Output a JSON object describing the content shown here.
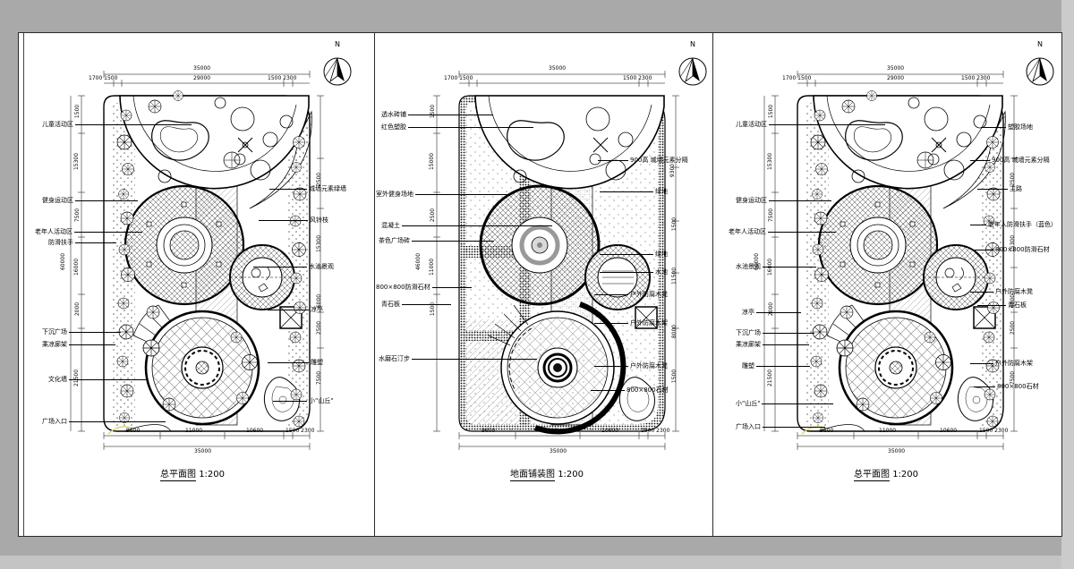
{
  "north": "N",
  "colors": {
    "line": "#000000",
    "background": "#a9a9a9",
    "sheet": "#ffffff",
    "stipple": "#666666",
    "pale_yellow": "#ded76e"
  },
  "panels": [
    {
      "title": "总平面图",
      "scale": "1:200",
      "labels_left": [
        "儿童活动区",
        "健身运动区",
        "老年人活动区",
        "防滑扶手",
        "下沉广场",
        "乘凉廊架",
        "文化墙",
        "广场入口"
      ],
      "labels_right": [
        "城墙元素绿墙",
        "风铃枝",
        "水池景观",
        "凉亭",
        "雕塑",
        "小\"山丘\""
      ],
      "dims": {
        "top_total": "35000",
        "top_left": "1700 1500",
        "top_mid": "29000",
        "top_right": "1500 2300",
        "bottom": [
          "9600",
          "11000",
          "10600",
          "1500 2300"
        ],
        "bottom_total": "35000",
        "left": [
          "1500",
          "15300",
          "7500",
          "16000",
          "2000",
          "21500"
        ],
        "left_total": "60000",
        "right": [
          "2500",
          "15300",
          "6000",
          "2500",
          "7500"
        ]
      }
    },
    {
      "title": "地面铺装图",
      "scale": "1:200",
      "labels_left": [
        "透水砖铺",
        "红色塑胶",
        "室外健身场地",
        "混凝土",
        "茶色广场砖",
        "800×800防滑石材",
        "青石板",
        "水磨石汀步"
      ],
      "labels_right": [
        "900高 城墙元素分隔",
        "绿地",
        "绿地",
        "水池",
        "户外防腐木凳",
        "户外防腐木架",
        "户外防腐木凳",
        "800×800石材"
      ],
      "dims": {
        "top_total": "35000",
        "top_left": "1700 1500",
        "top_mid": "29000",
        "top_right": "1500 2300",
        "bottom": [
          "9600",
          "11000",
          "10600",
          "1500 2300"
        ],
        "bottom_total": "35000",
        "left": [
          "1500",
          "15000",
          "2500",
          "11000",
          "1500"
        ],
        "left_total": "46000",
        "right": [
          "9300",
          "1500",
          "11500",
          "8000",
          "1500"
        ]
      }
    },
    {
      "title": "总平面图",
      "scale": "1:200",
      "labels_left": [
        "儿童活动区",
        "健身运动区",
        "老年人活动区",
        "水池景观",
        "凉亭",
        "下沉广场",
        "乘凉廊架",
        "雕塑",
        "小\"山丘\"",
        "广场入口"
      ],
      "labels_right": [
        "塑胶场地",
        "900高 城墙元素分隔",
        "主路",
        "老年人防滑扶手（蓝色）",
        "800×800防滑石材",
        "户外防腐木凳",
        "青石板",
        "户外防腐木架",
        "800×800石材"
      ],
      "dims": {
        "top_total": "35000",
        "top_left": "1700 1500",
        "top_mid": "29000",
        "top_right": "1500 2300",
        "bottom": [
          "9600",
          "11000",
          "10600",
          "1500 2300"
        ],
        "bottom_total": "35000",
        "left": [
          "1500",
          "15300",
          "7500",
          "16000",
          "2000",
          "21500"
        ],
        "left_total": "60000",
        "right": [
          "2500",
          "15300",
          "6000",
          "2500",
          "7500"
        ]
      }
    }
  ]
}
